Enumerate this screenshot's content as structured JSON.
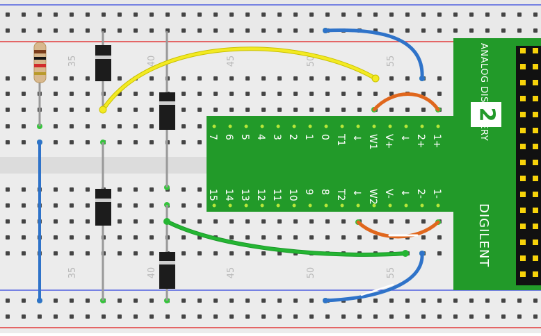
{
  "breadboard": {
    "column_numbers_top": [
      "35",
      "40",
      "45",
      "50",
      "55"
    ],
    "column_numbers_bottom": [
      "35",
      "40",
      "45",
      "50",
      "55"
    ]
  },
  "board": {
    "name": "ANALOG DISCOVERY",
    "version": "2",
    "brand": "DIGILENT",
    "pins_top": [
      "1+",
      "2+",
      "↓",
      "V+",
      "W1",
      "↓",
      "T1",
      "0",
      "1",
      "2",
      "3",
      "4",
      "5",
      "6",
      "7"
    ],
    "pins_bottom": [
      "1-",
      "2-",
      "↓",
      "V-",
      "W2",
      "↓",
      "T2",
      "8",
      "9",
      "10",
      "11",
      "12",
      "13",
      "14",
      "15"
    ]
  },
  "components": {
    "resistor": "resistor",
    "diodes": [
      "diode",
      "diode",
      "diode",
      "diode"
    ]
  },
  "wire_colors": {
    "blue": "#2f73c9",
    "yellow": "#f3ea22",
    "orange": "#e0671d",
    "green": "#25b533",
    "board_green": "#229a29",
    "rail_red": "#e23a3a",
    "rail_blue": "#4f5fe0"
  }
}
